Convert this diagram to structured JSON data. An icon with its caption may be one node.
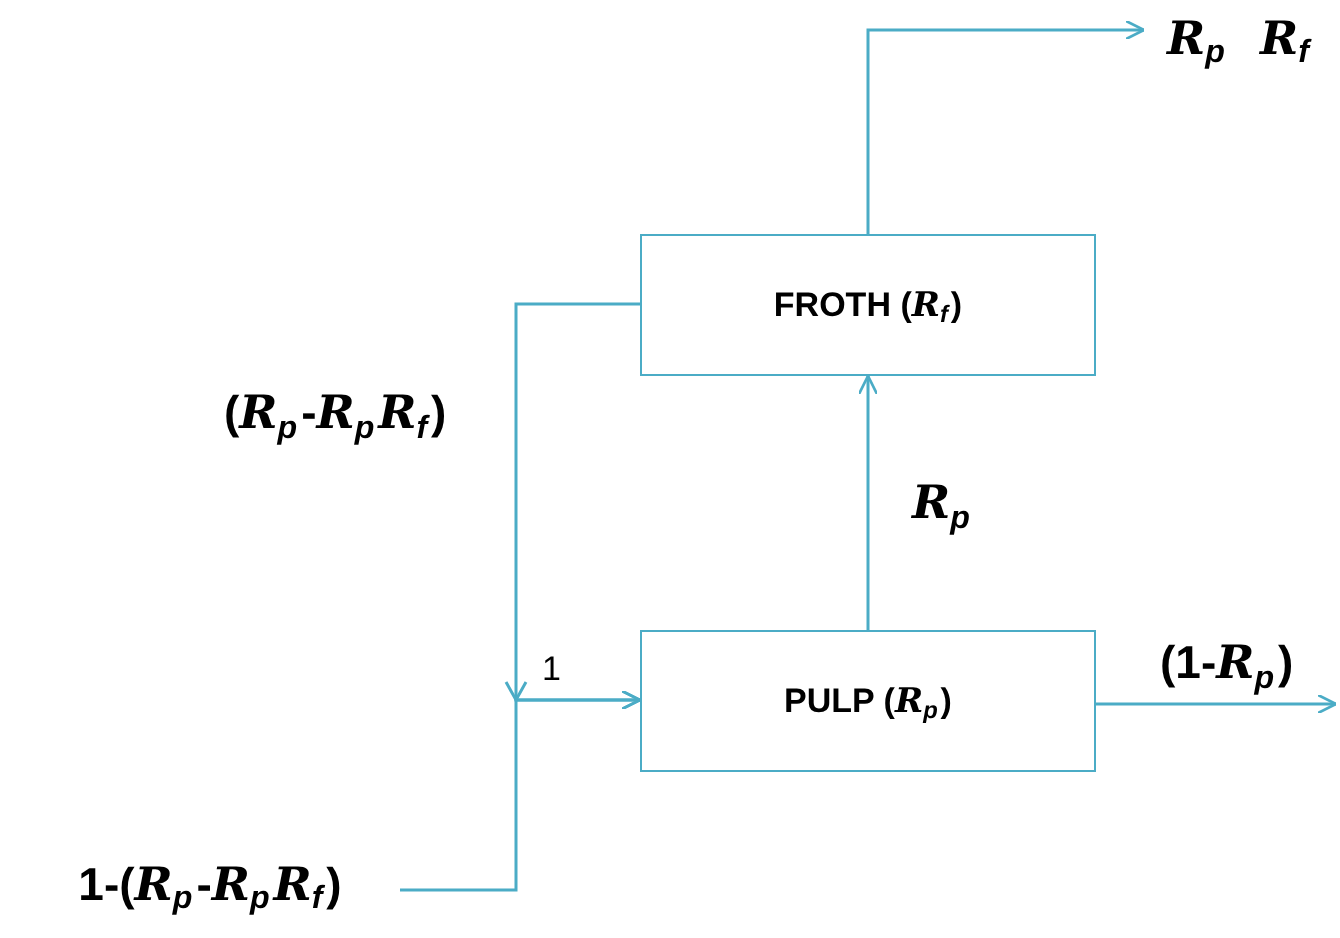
{
  "diagram": {
    "nodes": [
      {
        "text": [
          "FROTH (*R*$_{f}$)"
        ]
      },
      {
        "text": [
          "PULP (*R*$_{p}$)"
        ]
      },
      {
        "text": [
          "*R*$_{p}$ *R*$_{f}$"
        ]
      },
      {
        "text": [
          "1-(*R*$_{p}$-*R*$_{p}$*R*$_{f}$)"
        ]
      }
    ],
    "edges": [
      {
        "from": 0,
        "to": 2,
        "arrow": "to"
      },
      {
        "from": 1,
        "to": 0,
        "arrow": "to",
        "label": "*R*$_{p}$"
      },
      {
        "from": 0,
        "to": 1,
        "arrow": "to",
        "label": "(*R*$_{p}$-*R*$_{p}$*R*$_{f}$)"
      },
      {
        "from": 3,
        "to": 1,
        "arrow": "to"
      },
      {
        "from": 1,
        "to": null,
        "arrow": "to",
        "label": "(1-*R*$_{p}$)"
      }
    ],
    "labels": [
      "1"
    ]
  }
}
